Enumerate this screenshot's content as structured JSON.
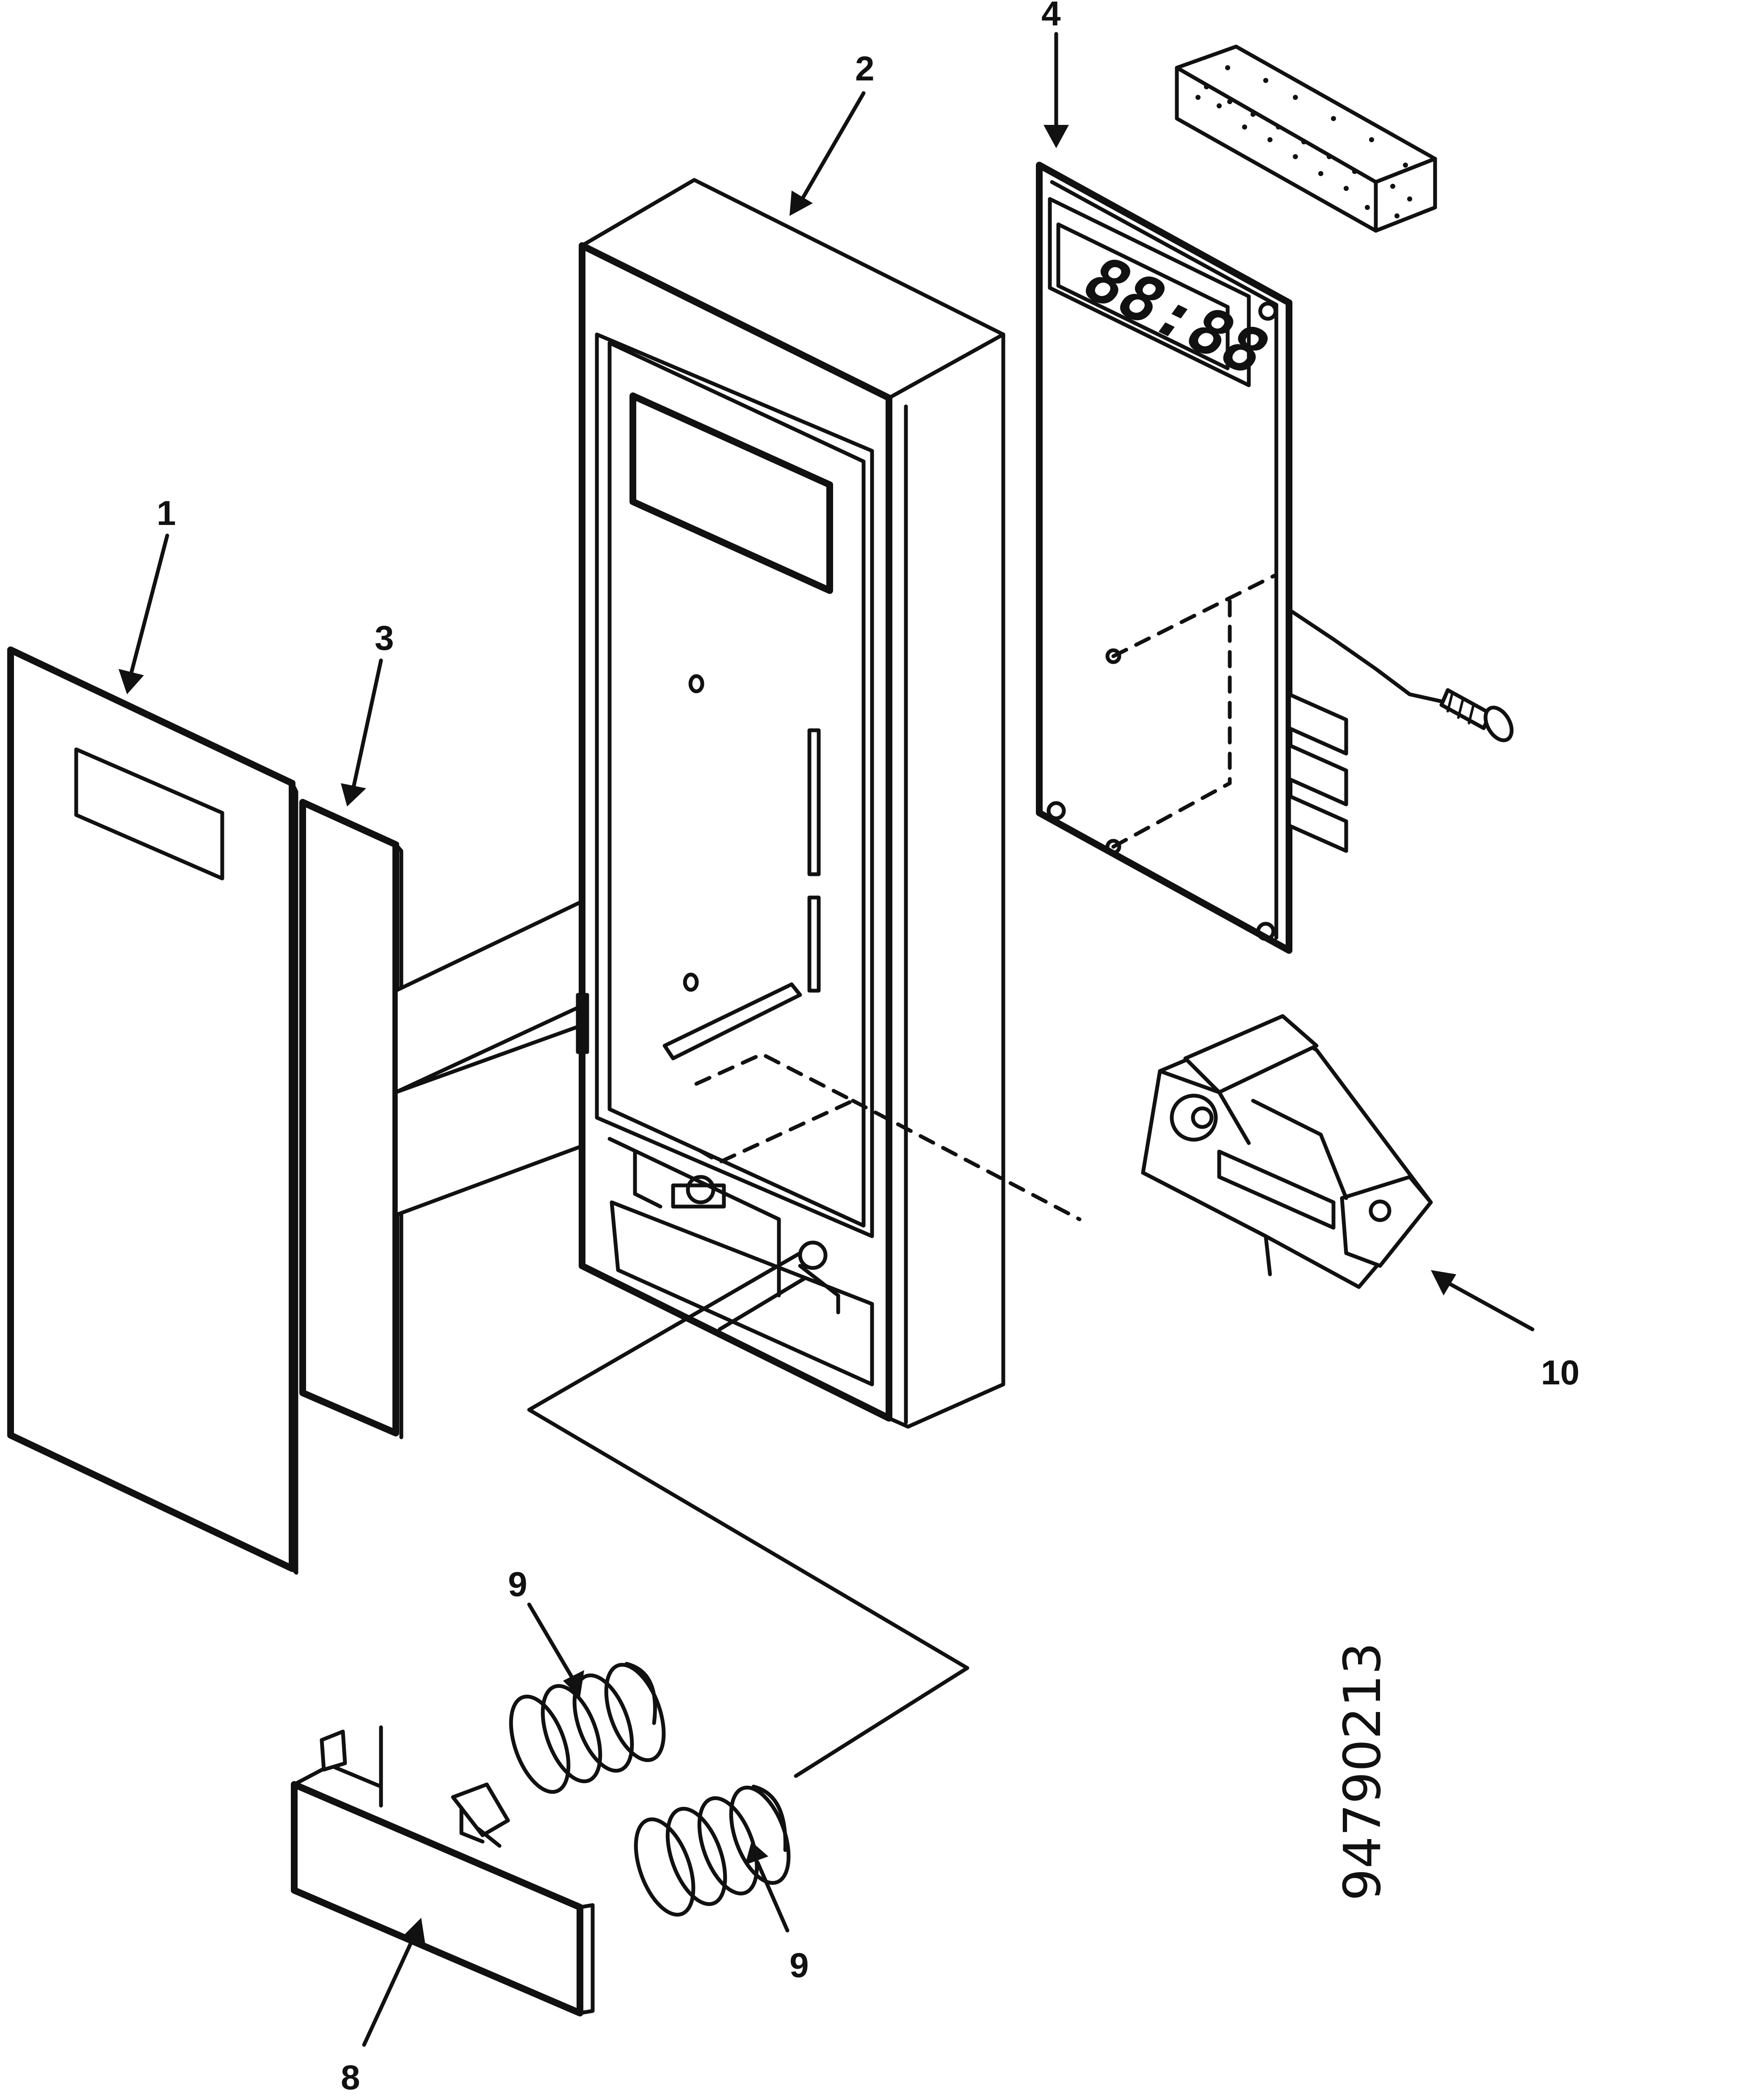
{
  "parts": [
    {
      "label": "1"
    },
    {
      "label": "2"
    },
    {
      "label": "3"
    },
    {
      "label": "4"
    },
    {
      "label": "8"
    },
    {
      "label": "9"
    },
    {
      "label": "9"
    },
    {
      "label": "10"
    }
  ],
  "display_readout": "88:88",
  "drawing_code": "94790213"
}
